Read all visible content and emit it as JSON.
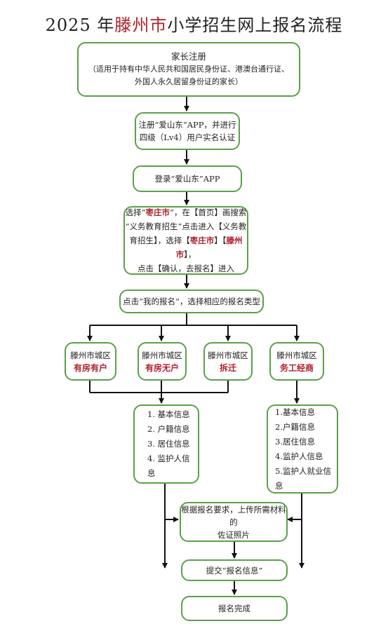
{
  "title": {
    "year": "2025 年",
    "city": "滕州市",
    "rest": "小学招生网上报名流程"
  },
  "steps": {
    "register": {
      "line1": "家长注册",
      "line2": "（适用于持有中华人民共和国居民身份证、港澳台通行证、",
      "line3": "外国人永久居留身份证的家长）"
    },
    "app_register": {
      "line1": "注册“爱山东”APP，并进行",
      "line2": "四级（Lv4）用户实名认证"
    },
    "login": {
      "text": "登录“爱山东”APP"
    },
    "select": {
      "p1": "选择“",
      "p1_red": "枣庄市",
      "p1_end": "”，在【首页】画搜索",
      "p2": "“义务教育招生”点击进入【义务教",
      "p3": "育招生】，选择【",
      "p3_red1": "枣庄市",
      "p3_mid": "】【",
      "p3_red2": "滕州市",
      "p3_end": "】，",
      "p4": "点击【确认，去报名】进入"
    },
    "my_signup": {
      "text": "点击“我的报名”，选择相应的报名类型"
    }
  },
  "types": [
    {
      "area": "滕州市城区",
      "type": "有房有户"
    },
    {
      "area": "滕州市城区",
      "type": "有房无户"
    },
    {
      "area": "滕州市城区",
      "type": "拆迁"
    },
    {
      "area": "滕州市城区",
      "type": "务工经商"
    }
  ],
  "info_left": [
    "1.  基本信息",
    "2.  户籍信息",
    "3.  居住信息",
    "4.  监护人信息"
  ],
  "info_right": [
    "1.基本信息",
    "2.户籍信息",
    "3.居住信息",
    "4.监护人信息",
    "5.监护人就业信息"
  ],
  "upload": {
    "line1": "根据报名要求，上传所需材料的",
    "line2": "佐证照片"
  },
  "submit": {
    "text": "提交“报名信息”"
  },
  "done": {
    "text": "报名完成"
  },
  "colors": {
    "border": "#5aa04a",
    "highlight": "#b0202a",
    "arrow": "#111111"
  }
}
